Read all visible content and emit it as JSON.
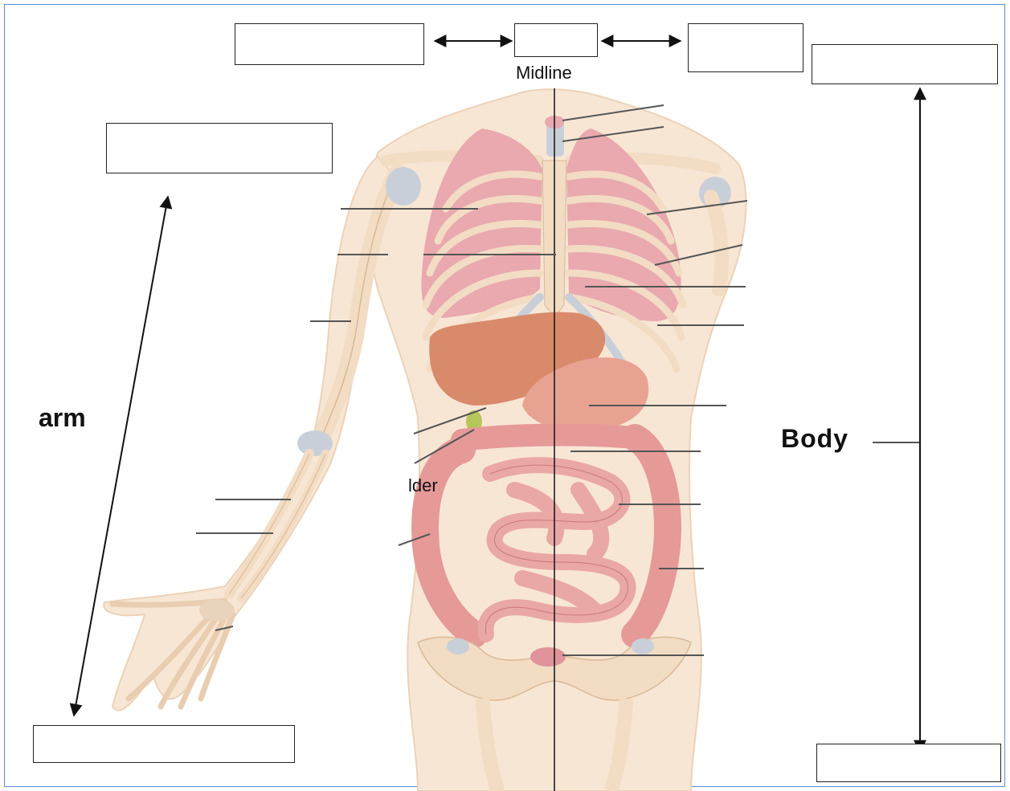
{
  "labels": {
    "midline": "Midline",
    "arm": "arm",
    "body": "Body",
    "gallbladder_fragment": "lder"
  },
  "answer_boxes": [
    {
      "id": "top-left",
      "value": ""
    },
    {
      "id": "top-center",
      "value": ""
    },
    {
      "id": "top-right",
      "value": ""
    },
    {
      "id": "far-right-top",
      "value": ""
    },
    {
      "id": "upper-arm",
      "value": ""
    },
    {
      "id": "lower-left",
      "value": ""
    },
    {
      "id": "lower-right",
      "value": ""
    }
  ],
  "colors": {
    "frame_border": "#5b8fd0",
    "bone": "#f2dcc4",
    "bone_outline": "#d9b896",
    "cartilage": "#c9cfd8",
    "lung": "#e9a9ae",
    "liver": "#d98a6b",
    "stomach": "#e8a292",
    "intestine": "#e59a98",
    "skin": "#f7e2cf",
    "leader_line": "#555555"
  }
}
